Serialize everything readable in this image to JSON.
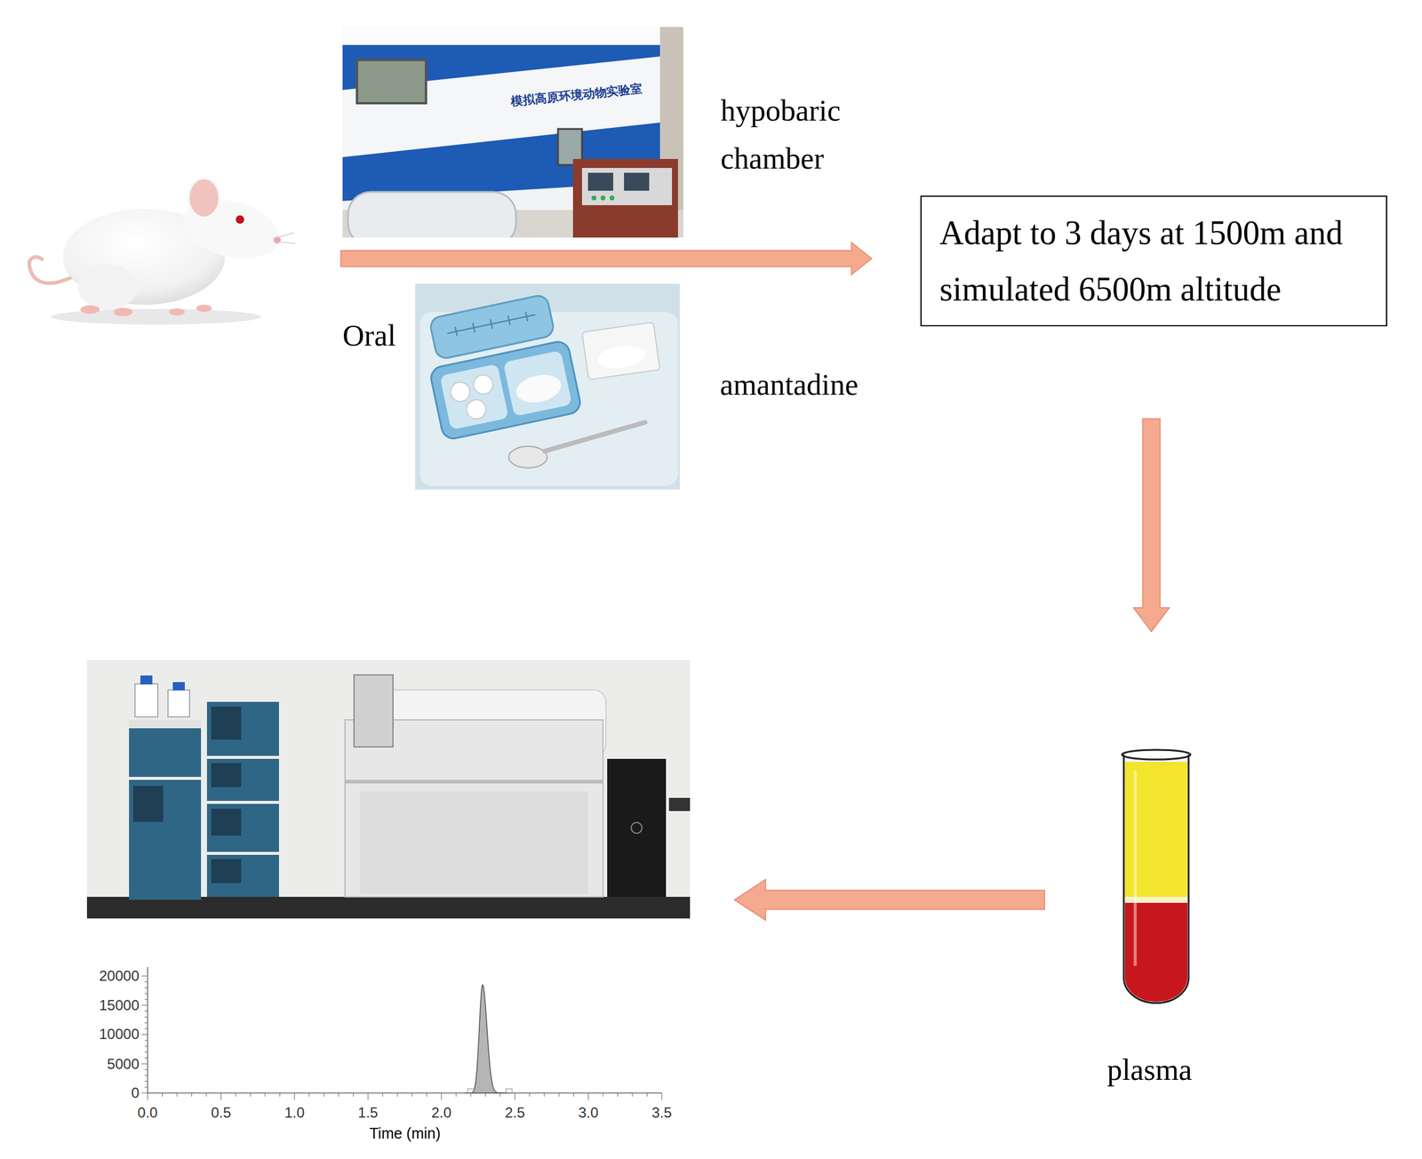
{
  "diagram": {
    "nodes": [
      {
        "text": [
          "hypobaric chamber",
          "Oral",
          "amantadine"
        ]
      },
      {
        "text": [
          "Adapt to 3 days at 1500m and simulated 6500m altitude"
        ]
      },
      {
        "text": [
          "plasma"
        ]
      },
      {
        "text": [
          "Time (min)"
        ]
      }
    ],
    "edges": [
      {
        "from": 0,
        "to": 1,
        "arrow": "to"
      },
      {
        "from": 1,
        "to": 2,
        "arrow": "to"
      },
      {
        "from": 2,
        "to": 3,
        "arrow": "to"
      }
    ],
    "labels": [
      "模拟高原环境动物实验室",
      "20000",
      "15000",
      "10000",
      "5000",
      "0",
      "0.0",
      "0.5",
      "1.0",
      "1.5",
      "2.0",
      "2.5",
      "3.0",
      "3.5"
    ]
  }
}
